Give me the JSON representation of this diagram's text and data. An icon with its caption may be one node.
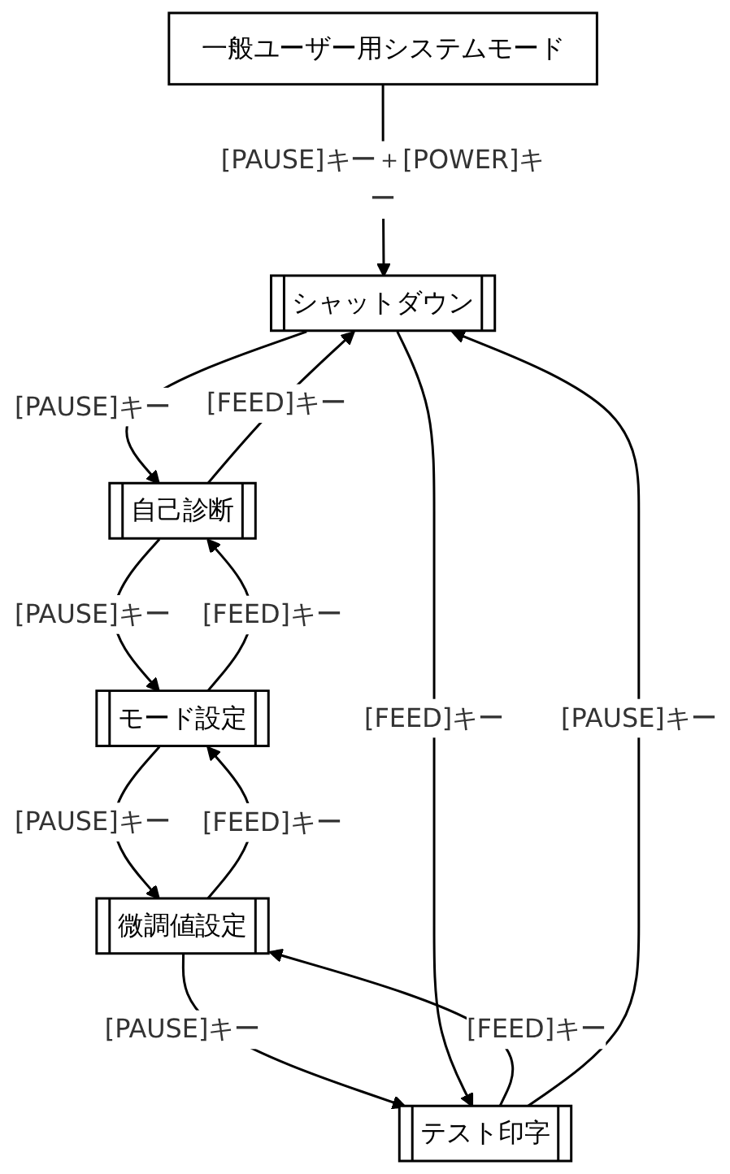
{
  "diagram": {
    "nodes": [
      {
        "text": [
          "一般ユーザー用システムモード"
        ]
      },
      {
        "text": [
          "シャットダウン"
        ]
      },
      {
        "text": [
          "自己診断"
        ]
      },
      {
        "text": [
          "モード設定"
        ]
      },
      {
        "text": [
          "微調値設定"
        ]
      },
      {
        "text": [
          "テスト印字"
        ]
      }
    ],
    "edges": [
      {
        "from": 0,
        "to": 1,
        "arrow": "to",
        "label": "[PAUSE]キー＋[POWER]キー"
      },
      {
        "from": 2,
        "to": 1,
        "arrow": "to",
        "label": "[FEED]キー"
      },
      {
        "from": 1,
        "to": 2,
        "arrow": "to",
        "label": "[PAUSE]キー"
      },
      {
        "from": 3,
        "to": 2,
        "arrow": "to",
        "label": "[FEED]キー"
      },
      {
        "from": 2,
        "to": 3,
        "arrow": "to",
        "label": "[PAUSE]キー"
      },
      {
        "from": 4,
        "to": 3,
        "arrow": "to",
        "label": "[FEED]キー"
      },
      {
        "from": 3,
        "to": 4,
        "arrow": "to",
        "label": "[PAUSE]キー"
      },
      {
        "from": 5,
        "to": 4,
        "arrow": "to",
        "label": "[FEED]キー"
      },
      {
        "from": 4,
        "to": 5,
        "arrow": "to",
        "label": "[PAUSE]キー"
      },
      {
        "from": 1,
        "to": 5,
        "arrow": "to",
        "label": "[FEED]キー"
      },
      {
        "from": 5,
        "to": 1,
        "arrow": "to",
        "label": "[PAUSE]キー"
      }
    ]
  }
}
